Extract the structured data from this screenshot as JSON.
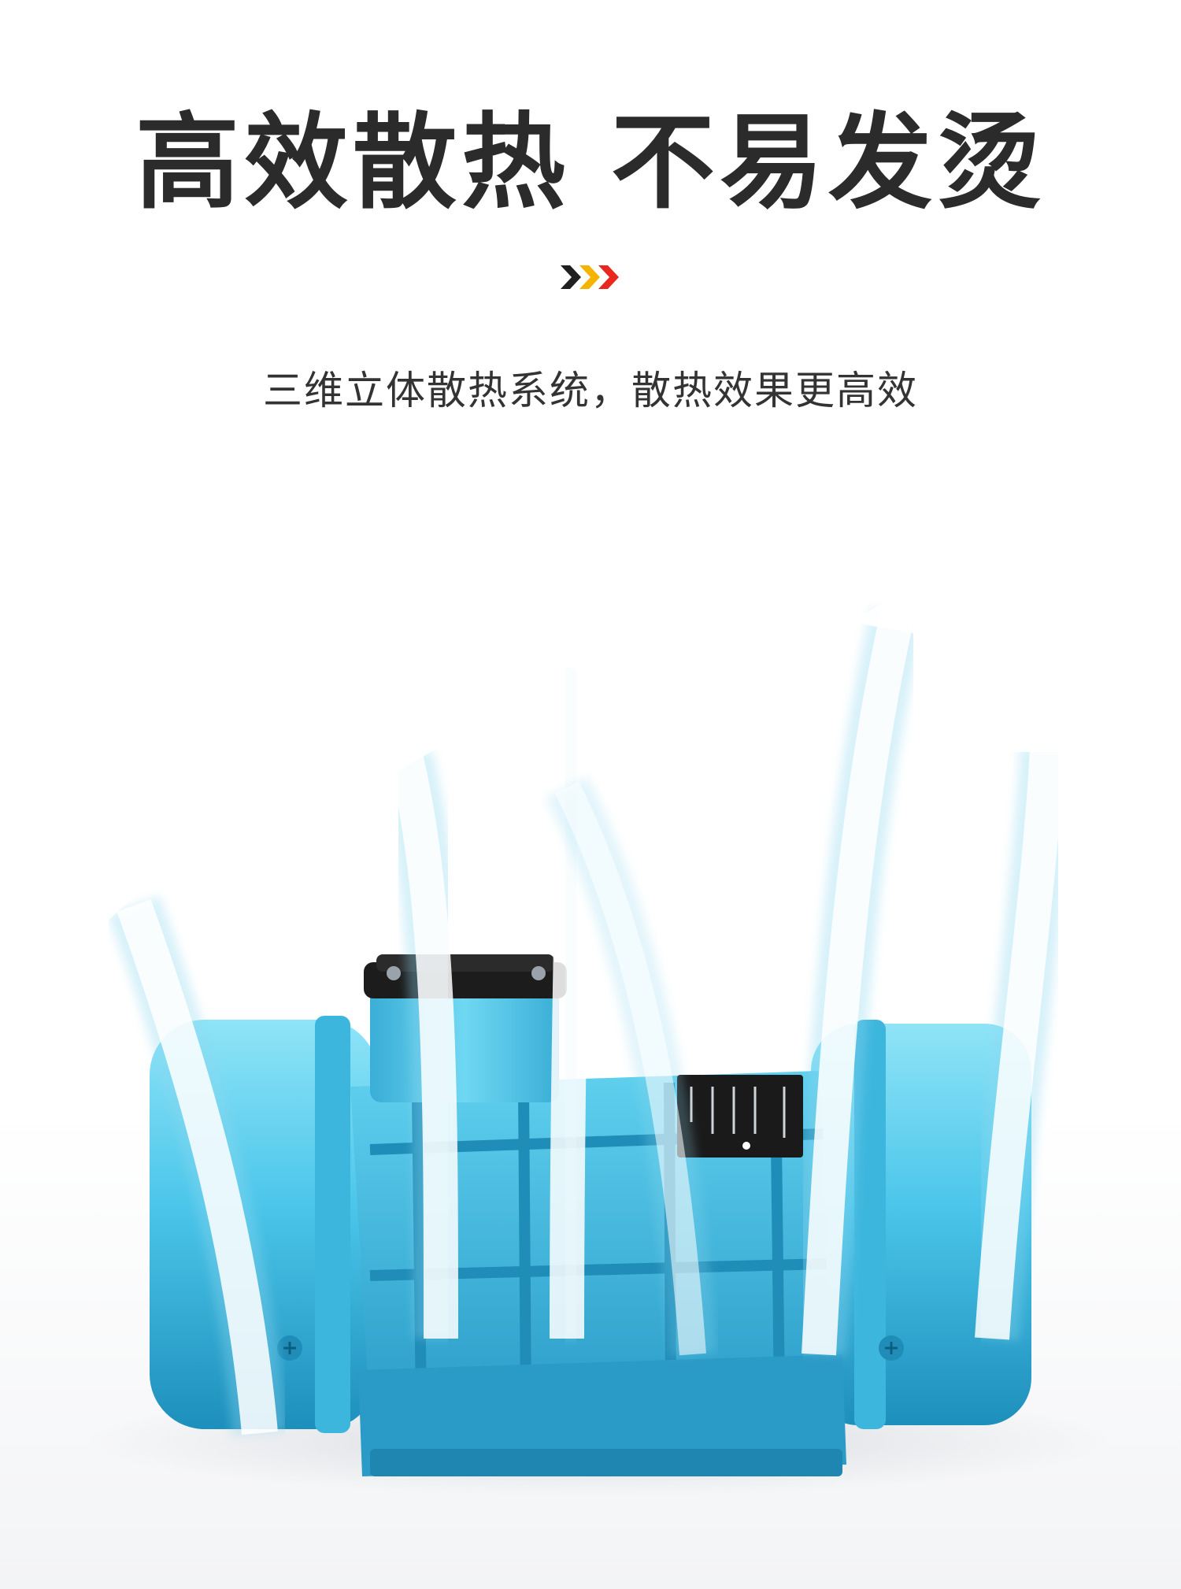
{
  "header": {
    "headline": "高效散热 不易发烫",
    "subtitle": "三维立体散热系统，散热效果更高效"
  },
  "decor": {
    "chevron_colors": [
      "#1f1f1f",
      "#f5b400",
      "#e8281e"
    ]
  },
  "product": {
    "icon": "vibration-motor-illustration",
    "body_color": "#5cc8e6"
  },
  "airflow": {
    "icon": "heat-flow-arrow-icon",
    "arrow_count": 6
  }
}
